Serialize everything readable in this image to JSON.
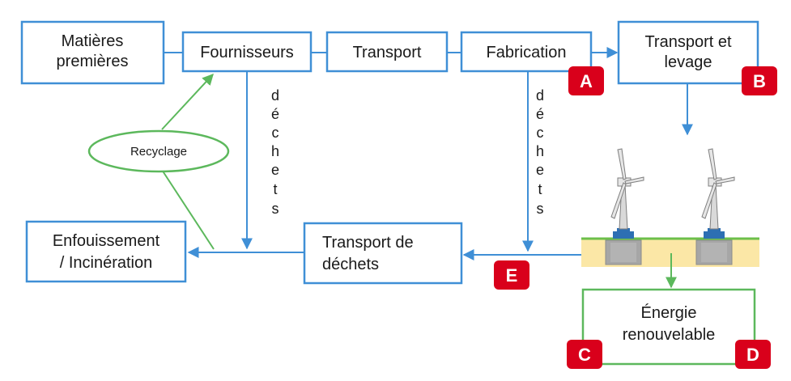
{
  "boxes": {
    "matieres_line1": "Matières",
    "matieres_line2": "premières",
    "fournisseurs": "Fournisseurs",
    "transport": "Transport",
    "fabrication": "Fabrication",
    "transport_levage_line1": "Transport et",
    "transport_levage_line2": "levage",
    "enfouissement_line1": "Enfouissement",
    "enfouissement_line2": "/ Incinération",
    "transport_dechets_line1": "Transport de",
    "transport_dechets_line2": "déchets",
    "energie_line1": "Énergie",
    "energie_line2": "renouvelable"
  },
  "recyclage": "Recyclage",
  "dechets_letters": [
    "d",
    "é",
    "c",
    "h",
    "e",
    "t",
    "s"
  ],
  "badges": {
    "a": "A",
    "b": "B",
    "c": "C",
    "d": "D",
    "e": "E"
  },
  "colors": {
    "box_blue": "#3f8fd6",
    "green": "#5cb85c",
    "badge_red": "#d9001b",
    "ground_yellow": "#fbe7a6",
    "foundation_gray": "#a6a6a6"
  }
}
